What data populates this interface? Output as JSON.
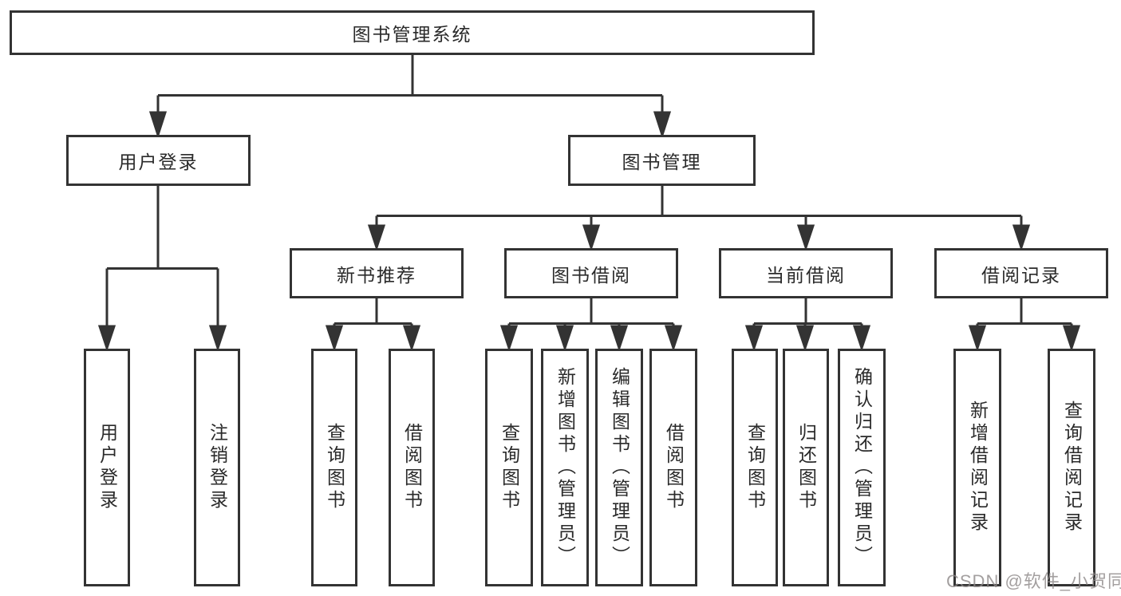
{
  "diagram": {
    "root": {
      "label": "图书管理系统"
    },
    "branches": [
      {
        "label": "用户登录",
        "children": [
          {
            "label": "用户登录"
          },
          {
            "label": "注销登录"
          }
        ]
      },
      {
        "label": "图书管理",
        "children": [
          {
            "label": "新书推荐",
            "children": [
              {
                "label": "查询图书"
              },
              {
                "label": "借阅图书"
              }
            ]
          },
          {
            "label": "图书借阅",
            "children": [
              {
                "label": "查询图书"
              },
              {
                "label": "新增图书（管理员）"
              },
              {
                "label": "编辑图书（管理员）"
              },
              {
                "label": "借阅图书"
              }
            ]
          },
          {
            "label": "当前借阅",
            "children": [
              {
                "label": "查询图书"
              },
              {
                "label": "归还图书"
              },
              {
                "label": "确认归还（管理员）"
              }
            ]
          },
          {
            "label": "借阅记录",
            "children": [
              {
                "label": "新增借阅记录"
              },
              {
                "label": "查询借阅记录"
              }
            ]
          }
        ]
      }
    ]
  },
  "watermark": {
    "text": "CSDN @软件_小贺同学"
  },
  "colors": {
    "line": "#333333",
    "box_border": "#333333",
    "box_background": "#ffffff",
    "text": "#2a2a2a",
    "watermark": "#8c8787"
  }
}
